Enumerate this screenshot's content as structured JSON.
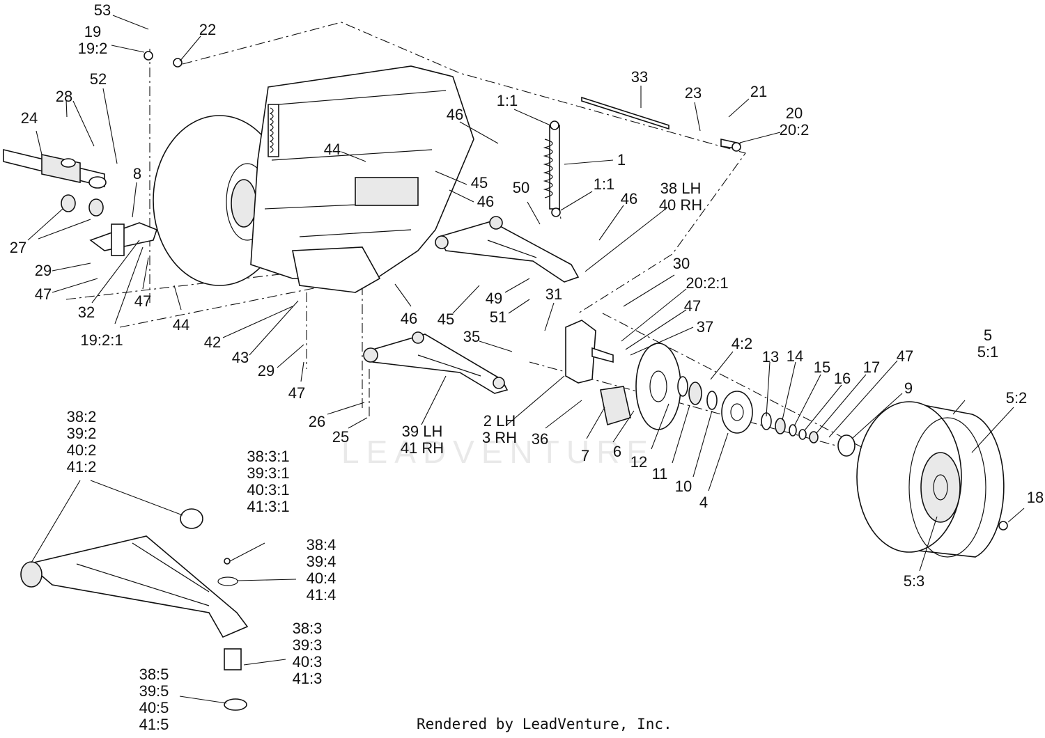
{
  "diagram": {
    "footer": "Rendered by LeadVenture, Inc.",
    "watermark": "LEADVENTURE",
    "callouts": [
      {
        "id": "c53",
        "lines": [
          "53"
        ]
      },
      {
        "id": "c19",
        "lines": [
          "19",
          "19:2"
        ]
      },
      {
        "id": "c22",
        "lines": [
          "22"
        ]
      },
      {
        "id": "c52",
        "lines": [
          "52"
        ]
      },
      {
        "id": "c28",
        "lines": [
          "28"
        ]
      },
      {
        "id": "c24",
        "lines": [
          "24"
        ]
      },
      {
        "id": "c8",
        "lines": [
          "8"
        ]
      },
      {
        "id": "c27",
        "lines": [
          "27"
        ]
      },
      {
        "id": "c29a",
        "lines": [
          "29"
        ]
      },
      {
        "id": "c47a",
        "lines": [
          "47"
        ]
      },
      {
        "id": "c32",
        "lines": [
          "32"
        ]
      },
      {
        "id": "c47b",
        "lines": [
          "47"
        ]
      },
      {
        "id": "c1921",
        "lines": [
          "19:2:1"
        ]
      },
      {
        "id": "c44a",
        "lines": [
          "44"
        ]
      },
      {
        "id": "c46a",
        "lines": [
          "46"
        ]
      },
      {
        "id": "c44b",
        "lines": [
          "44"
        ]
      },
      {
        "id": "c45a",
        "lines": [
          "45"
        ]
      },
      {
        "id": "c46b",
        "lines": [
          "46"
        ]
      },
      {
        "id": "c11a",
        "lines": [
          "1:1"
        ]
      },
      {
        "id": "c1",
        "lines": [
          "1"
        ]
      },
      {
        "id": "c11b",
        "lines": [
          "1:1"
        ]
      },
      {
        "id": "c50",
        "lines": [
          "50"
        ]
      },
      {
        "id": "c46c",
        "lines": [
          "46"
        ]
      },
      {
        "id": "c33",
        "lines": [
          "33"
        ]
      },
      {
        "id": "c23",
        "lines": [
          "23"
        ]
      },
      {
        "id": "c21",
        "lines": [
          "21"
        ]
      },
      {
        "id": "c20",
        "lines": [
          "20",
          "20:2"
        ]
      },
      {
        "id": "c3840",
        "lines": [
          "38 LH",
          "40 RH"
        ]
      },
      {
        "id": "c42",
        "lines": [
          "42"
        ]
      },
      {
        "id": "c43",
        "lines": [
          "43"
        ]
      },
      {
        "id": "c29b",
        "lines": [
          "29"
        ]
      },
      {
        "id": "c47c",
        "lines": [
          "47"
        ]
      },
      {
        "id": "c46d",
        "lines": [
          "46"
        ]
      },
      {
        "id": "c45b",
        "lines": [
          "45"
        ]
      },
      {
        "id": "c49",
        "lines": [
          "49"
        ]
      },
      {
        "id": "c51",
        "lines": [
          "51"
        ]
      },
      {
        "id": "c31",
        "lines": [
          "31"
        ]
      },
      {
        "id": "c30",
        "lines": [
          "30"
        ]
      },
      {
        "id": "c2021",
        "lines": [
          "20:2:1"
        ]
      },
      {
        "id": "c47d",
        "lines": [
          "47"
        ]
      },
      {
        "id": "c37",
        "lines": [
          "37"
        ]
      },
      {
        "id": "c35",
        "lines": [
          "35"
        ]
      },
      {
        "id": "c42b",
        "lines": [
          "4:2"
        ]
      },
      {
        "id": "c13",
        "lines": [
          "13"
        ]
      },
      {
        "id": "c14",
        "lines": [
          "14"
        ]
      },
      {
        "id": "c15",
        "lines": [
          "15"
        ]
      },
      {
        "id": "c16",
        "lines": [
          "16"
        ]
      },
      {
        "id": "c17",
        "lines": [
          "17"
        ]
      },
      {
        "id": "c47e",
        "lines": [
          "47"
        ]
      },
      {
        "id": "c9",
        "lines": [
          "9"
        ]
      },
      {
        "id": "c5",
        "lines": [
          "5",
          "5:1"
        ]
      },
      {
        "id": "c52b",
        "lines": [
          "5:2"
        ]
      },
      {
        "id": "c26",
        "lines": [
          "26"
        ]
      },
      {
        "id": "c25",
        "lines": [
          "25"
        ]
      },
      {
        "id": "c3941",
        "lines": [
          "39 LH",
          "41 RH"
        ]
      },
      {
        "id": "c23rh",
        "lines": [
          "2 LH",
          "3 RH"
        ]
      },
      {
        "id": "c36",
        "lines": [
          "36"
        ]
      },
      {
        "id": "c7",
        "lines": [
          "7"
        ]
      },
      {
        "id": "c6",
        "lines": [
          "6"
        ]
      },
      {
        "id": "c12",
        "lines": [
          "12"
        ]
      },
      {
        "id": "c11",
        "lines": [
          "11"
        ]
      },
      {
        "id": "c10",
        "lines": [
          "10"
        ]
      },
      {
        "id": "c4",
        "lines": [
          "4"
        ]
      },
      {
        "id": "c18",
        "lines": [
          "18"
        ]
      },
      {
        "id": "c53b",
        "lines": [
          "5:3"
        ]
      },
      {
        "id": "cx2",
        "lines": [
          "38:2",
          "39:2",
          "40:2",
          "41:2"
        ]
      },
      {
        "id": "cx31",
        "lines": [
          "38:3:1",
          "39:3:1",
          "40:3:1",
          "41:3:1"
        ]
      },
      {
        "id": "cx4",
        "lines": [
          "38:4",
          "39:4",
          "40:4",
          "41:4"
        ]
      },
      {
        "id": "cx3",
        "lines": [
          "38:3",
          "39:3",
          "40:3",
          "41:3"
        ]
      },
      {
        "id": "cx5",
        "lines": [
          "38:5",
          "39:5",
          "40:5",
          "41:5"
        ]
      }
    ]
  }
}
